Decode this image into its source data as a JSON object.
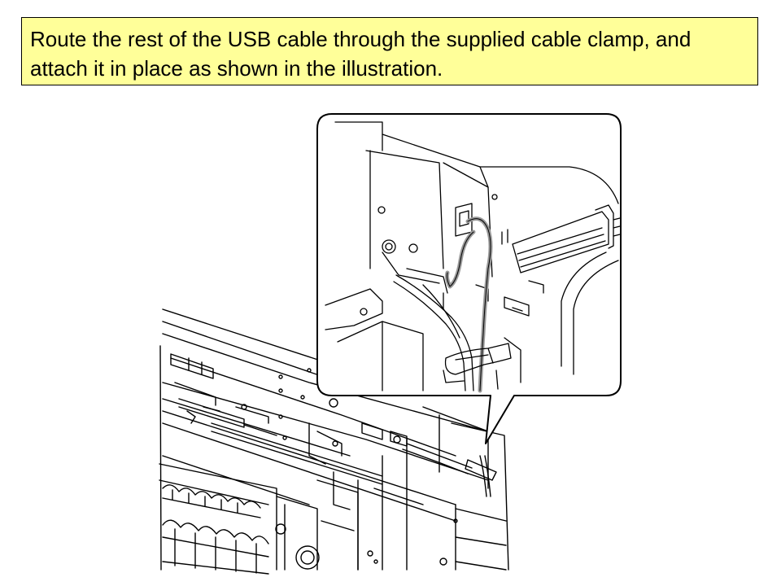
{
  "instruction": {
    "text": "Route the rest of the USB cable through the supplied cable clamp, and attach it in place as shown in the illustration.",
    "background_color": "#ffff99"
  },
  "illustration": {
    "subject": "usb-cable-clamp-routing-diagram",
    "callout": "magnified-detail-of-cable-clamp-area"
  }
}
